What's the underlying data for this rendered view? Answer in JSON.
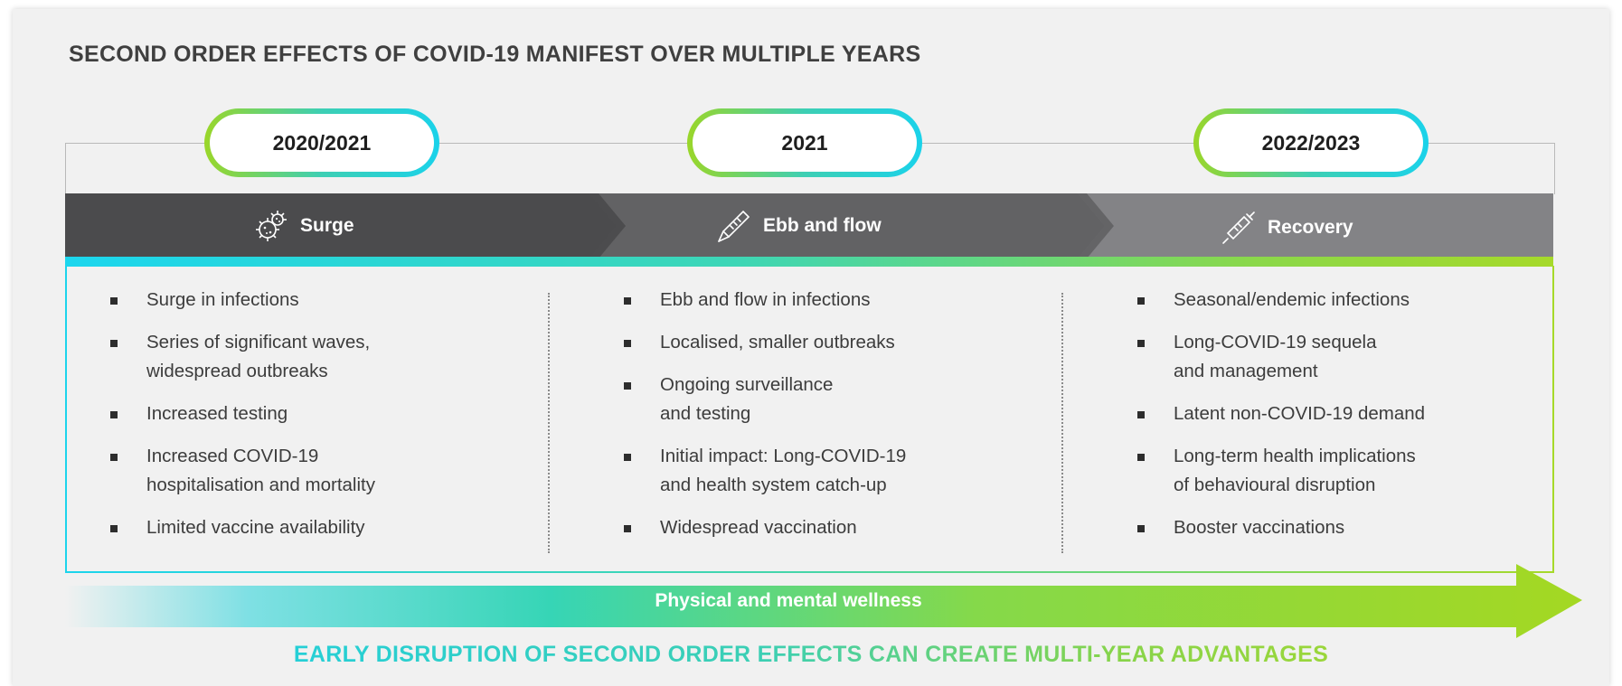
{
  "title": "SECOND ORDER EFFECTS OF COVID-19 MANIFEST OVER MULTIPLE YEARS",
  "phases": [
    {
      "year": "2020/2021",
      "label": "Surge",
      "icon": "virus-icon",
      "band_color": "#4b4b4d",
      "bullets": [
        "Surge in infections",
        "Series of significant waves, widespread outbreaks",
        "Increased testing",
        "Increased COVID-19 hospitalisation and mortality",
        "Limited vaccine availability"
      ]
    },
    {
      "year": "2021",
      "label": "Ebb and flow",
      "icon": "thermometer-icon",
      "band_color": "#626264",
      "bullets": [
        "Ebb and flow in infections",
        "Localised, smaller outbreaks",
        "Ongoing surveillance and testing",
        "Initial impact: Long-COVID-19 and health system catch-up",
        "Widespread vaccination"
      ]
    },
    {
      "year": "2022/2023",
      "label": "Recovery",
      "icon": "syringe-icon",
      "band_color": "#838386",
      "bullets": [
        "Seasonal/endemic infections",
        "Long-COVID-19 sequela and management",
        "Latent non-COVID-19 demand",
        "Long-term health implications of behavioural disruption",
        "Booster vaccinations"
      ]
    }
  ],
  "bullets_display": [
    [
      "Surge in infections",
      "Series of significant waves,\nwidespread outbreaks",
      "Increased testing",
      "Increased COVID-19\nhospitalisation and mortality",
      "Limited vaccine availability"
    ],
    [
      "Ebb and flow in infections",
      "Localised, smaller outbreaks",
      "Ongoing surveillance\nand testing",
      "Initial impact: Long-COVID-19\nand health system catch-up",
      "Widespread vaccination"
    ],
    [
      "Seasonal/endemic infections",
      "Long-COVID-19 sequela\nand management",
      "Latent non-COVID-19 demand",
      "Long-term health implications\nof behavioural disruption",
      "Booster vaccinations"
    ]
  ],
  "wellness_label": "Physical and mental wellness",
  "footer": "EARLY DISRUPTION OF SECOND ORDER EFFECTS CAN CREATE MULTI-YEAR ADVANTAGES",
  "colors": {
    "cyan": "#1ad2ea",
    "teal": "#3dcfb4",
    "green": "#9ad629",
    "title_text": "#3f3f3f"
  }
}
